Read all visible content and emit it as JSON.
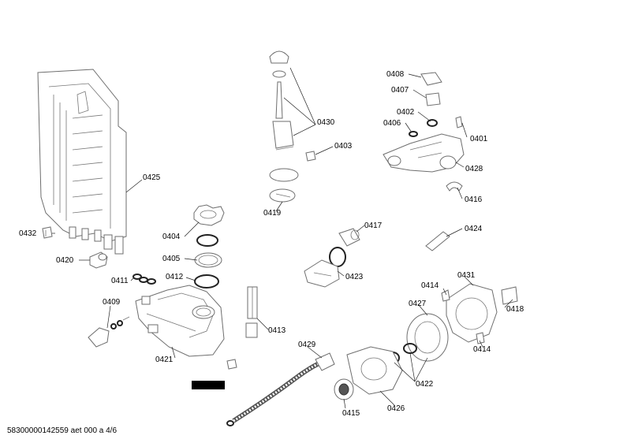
{
  "parts": {
    "p0432": "0432",
    "p0420": "0420",
    "p0425": "0425",
    "p0404": "0404",
    "p0405": "0405",
    "p0411": "0411",
    "p0412": "0412",
    "p0409": "0409",
    "p0421": "0421",
    "p0413": "0413",
    "p0419": "0419",
    "p0430": "0430",
    "p0403": "0403",
    "p0408": "0408",
    "p0407": "0407",
    "p0402": "0402",
    "p0406": "0406",
    "p0401": "0401",
    "p0428": "0428",
    "p0416": "0416",
    "p0417": "0417",
    "p0424": "0424",
    "p0423": "0423",
    "p0414a": "0414",
    "p0431": "0431",
    "p0418": "0418",
    "p0427": "0427",
    "p0414b": "0414",
    "p0429": "0429",
    "p0422": "0422",
    "p0415": "0415",
    "p0426": "0426"
  },
  "footer": "58300000142559 aet 000 a 4/6"
}
